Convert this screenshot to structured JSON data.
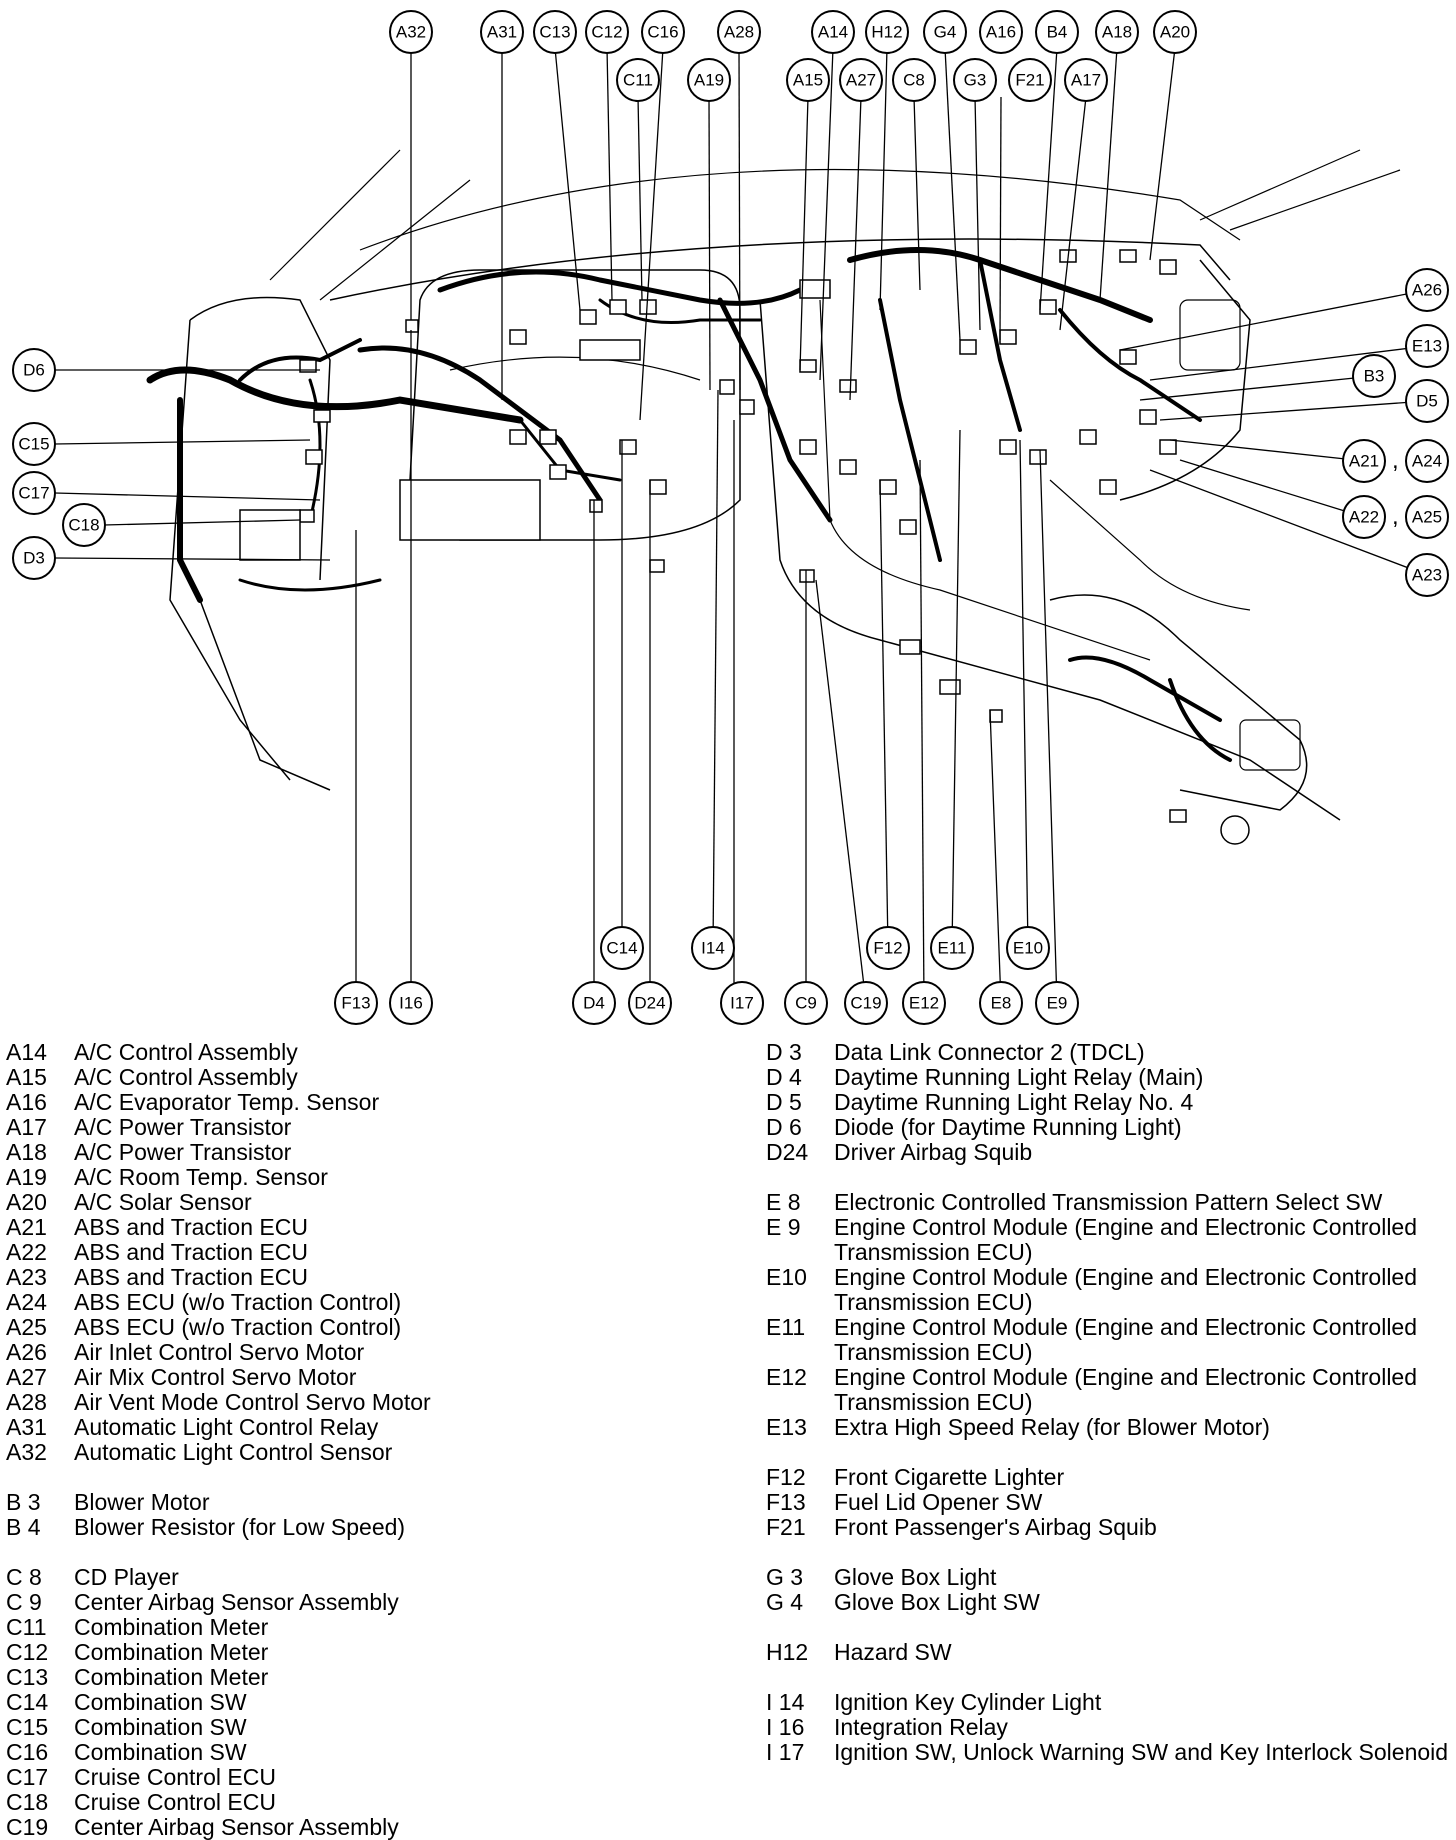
{
  "callouts": {
    "A32": "A32",
    "A31": "A31",
    "C13": "C13",
    "C12": "C12",
    "C16": "C16",
    "C11": "C11",
    "A28": "A28",
    "A19": "A19",
    "A14": "A14",
    "A15": "A15",
    "H12": "H12",
    "A27": "A27",
    "G4": "G4",
    "C8": "C8",
    "A16": "A16",
    "G3": "G3",
    "B4": "B4",
    "F21": "F21",
    "A18": "A18",
    "A17": "A17",
    "A20": "A20",
    "A26": "A26",
    "E13": "E13",
    "B3": "B3",
    "D5": "D5",
    "A21": "A21",
    "A24": "A24",
    "A22": "A22",
    "A25": "A25",
    "A23": "A23",
    "D6": "D6",
    "C15": "C15",
    "C17": "C17",
    "C18": "C18",
    "D3": "D3",
    "C14": "C14",
    "I14": "I14",
    "F12": "F12",
    "E11": "E11",
    "E10": "E10",
    "F13": "F13",
    "I16": "I16",
    "D4": "D4",
    "D24": "D24",
    "I17": "I17",
    "C9": "C9",
    "C19": "C19",
    "E12": "E12",
    "E8": "E8",
    "E9": "E9"
  },
  "legend_left": [
    {
      "code": "A14",
      "desc": "A/C Control Assembly"
    },
    {
      "code": "A15",
      "desc": "A/C Control Assembly"
    },
    {
      "code": "A16",
      "desc": "A/C Evaporator Temp. Sensor"
    },
    {
      "code": "A17",
      "desc": "A/C Power Transistor"
    },
    {
      "code": "A18",
      "desc": "A/C Power Transistor"
    },
    {
      "code": "A19",
      "desc": "A/C Room Temp. Sensor"
    },
    {
      "code": "A20",
      "desc": "A/C Solar Sensor"
    },
    {
      "code": "A21",
      "desc": "ABS and Traction ECU"
    },
    {
      "code": "A22",
      "desc": "ABS and Traction ECU"
    },
    {
      "code": "A23",
      "desc": "ABS and Traction ECU"
    },
    {
      "code": "A24",
      "desc": "ABS ECU (w/o Traction Control)"
    },
    {
      "code": "A25",
      "desc": "ABS ECU (w/o Traction Control)"
    },
    {
      "code": "A26",
      "desc": "Air Inlet Control Servo Motor"
    },
    {
      "code": "A27",
      "desc": "Air Mix Control Servo Motor"
    },
    {
      "code": "A28",
      "desc": "Air Vent Mode Control Servo Motor"
    },
    {
      "code": "A31",
      "desc": "Automatic Light Control Relay"
    },
    {
      "code": "A32",
      "desc": "Automatic Light Control Sensor"
    },
    {
      "code": "",
      "desc": ""
    },
    {
      "code": "B 3",
      "desc": "Blower Motor"
    },
    {
      "code": "B 4",
      "desc": "Blower Resistor (for Low Speed)"
    },
    {
      "code": "",
      "desc": ""
    },
    {
      "code": "C 8",
      "desc": "CD Player"
    },
    {
      "code": "C 9",
      "desc": "Center Airbag Sensor Assembly"
    },
    {
      "code": "C11",
      "desc": "Combination Meter"
    },
    {
      "code": "C12",
      "desc": "Combination Meter"
    },
    {
      "code": "C13",
      "desc": "Combination Meter"
    },
    {
      "code": "C14",
      "desc": "Combination SW"
    },
    {
      "code": "C15",
      "desc": "Combination SW"
    },
    {
      "code": "C16",
      "desc": "Combination SW"
    },
    {
      "code": "C17",
      "desc": "Cruise Control ECU"
    },
    {
      "code": "C18",
      "desc": "Cruise Control ECU"
    },
    {
      "code": "C19",
      "desc": "Center Airbag Sensor Assembly"
    }
  ],
  "legend_right": [
    {
      "code": "D 3",
      "desc": "Data Link Connector 2 (TDCL)"
    },
    {
      "code": "D 4",
      "desc": "Daytime Running Light Relay (Main)"
    },
    {
      "code": "D 5",
      "desc": "Daytime Running Light Relay No. 4"
    },
    {
      "code": "D 6",
      "desc": "Diode (for Daytime Running Light)"
    },
    {
      "code": "D24",
      "desc": "Driver Airbag Squib"
    },
    {
      "code": "",
      "desc": ""
    },
    {
      "code": "E 8",
      "desc": "Electronic Controlled Transmission Pattern Select SW"
    },
    {
      "code": "E 9",
      "desc": "Engine Control Module (Engine and Electronic Controlled Transmission ECU)"
    },
    {
      "code": "E10",
      "desc": "Engine Control Module (Engine and Electronic Controlled Transmission ECU)"
    },
    {
      "code": "E11",
      "desc": "Engine Control Module (Engine and Electronic Controlled Transmission ECU)"
    },
    {
      "code": "E12",
      "desc": "Engine Control Module (Engine and Electronic Controlled Transmission ECU)"
    },
    {
      "code": "E13",
      "desc": "Extra High Speed Relay (for Blower Motor)"
    },
    {
      "code": "",
      "desc": ""
    },
    {
      "code": "F12",
      "desc": "Front Cigarette Lighter"
    },
    {
      "code": "F13",
      "desc": "Fuel Lid Opener SW"
    },
    {
      "code": "F21",
      "desc": "Front Passenger's Airbag Squib"
    },
    {
      "code": "",
      "desc": ""
    },
    {
      "code": "G 3",
      "desc": "Glove Box Light"
    },
    {
      "code": "G 4",
      "desc": "Glove Box Light SW"
    },
    {
      "code": "",
      "desc": ""
    },
    {
      "code": "H12",
      "desc": "Hazard SW"
    },
    {
      "code": "",
      "desc": ""
    },
    {
      "code": "I 14",
      "desc": "Ignition Key Cylinder Light"
    },
    {
      "code": "I 16",
      "desc": "Integration Relay"
    },
    {
      "code": "I 17",
      "desc": "Ignition SW, Unlock Warning SW and Key Interlock Solenoid"
    }
  ]
}
